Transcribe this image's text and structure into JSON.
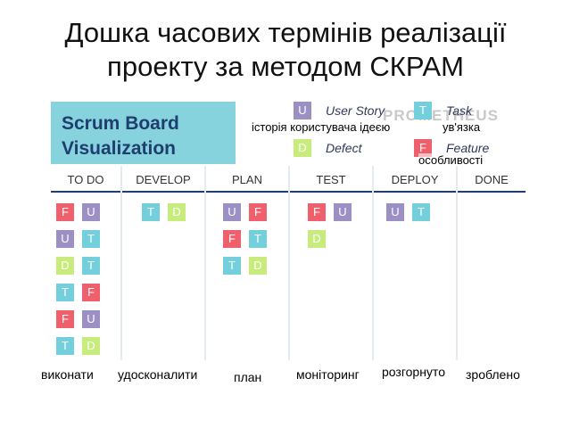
{
  "slide": {
    "title_line1": "Дошка часових термінів реалізації",
    "title_line2": "проекту за методом СКРАМ"
  },
  "board": {
    "header_line1": "Scrum Board",
    "header_line2": "Visualization",
    "watermark": "PROMETHEUS",
    "legend": [
      {
        "letter": "U",
        "label": "User Story",
        "ua": "історія користувача ідеєю",
        "color": "#9c8fc4"
      },
      {
        "letter": "T",
        "label": "Task",
        "ua": "ув'язка",
        "color": "#73cfdc"
      },
      {
        "letter": "D",
        "label": "Defect",
        "ua": "",
        "color": "#c7ec7c"
      },
      {
        "letter": "F",
        "label": "Feature",
        "ua": "особливості",
        "color": "#f0606c"
      }
    ],
    "columns": [
      {
        "name": "TO DO",
        "ua": "виконати"
      },
      {
        "name": "DEVELOP",
        "ua": "удосконалити"
      },
      {
        "name": "PLAN",
        "ua": "план"
      },
      {
        "name": "TEST",
        "ua": "моніторинг"
      },
      {
        "name": "DEPLOY",
        "ua": "розгорнуто"
      },
      {
        "name": "DONE",
        "ua": "зроблено"
      }
    ],
    "cards": {
      "todo": [
        [
          "F",
          "U"
        ],
        [
          "U",
          "T"
        ],
        [
          "D",
          "T"
        ],
        [
          "T",
          "F"
        ],
        [
          "F",
          "U"
        ],
        [
          "T",
          "D"
        ]
      ],
      "develop": [
        [
          "T",
          "D"
        ]
      ],
      "plan": [
        [
          "U",
          "F"
        ],
        [
          "F",
          "T"
        ],
        [
          "T",
          "D"
        ]
      ],
      "test": [
        [
          "F",
          "U"
        ],
        [
          "D"
        ]
      ],
      "deploy": [
        [
          "U",
          "T"
        ]
      ],
      "done": []
    }
  }
}
